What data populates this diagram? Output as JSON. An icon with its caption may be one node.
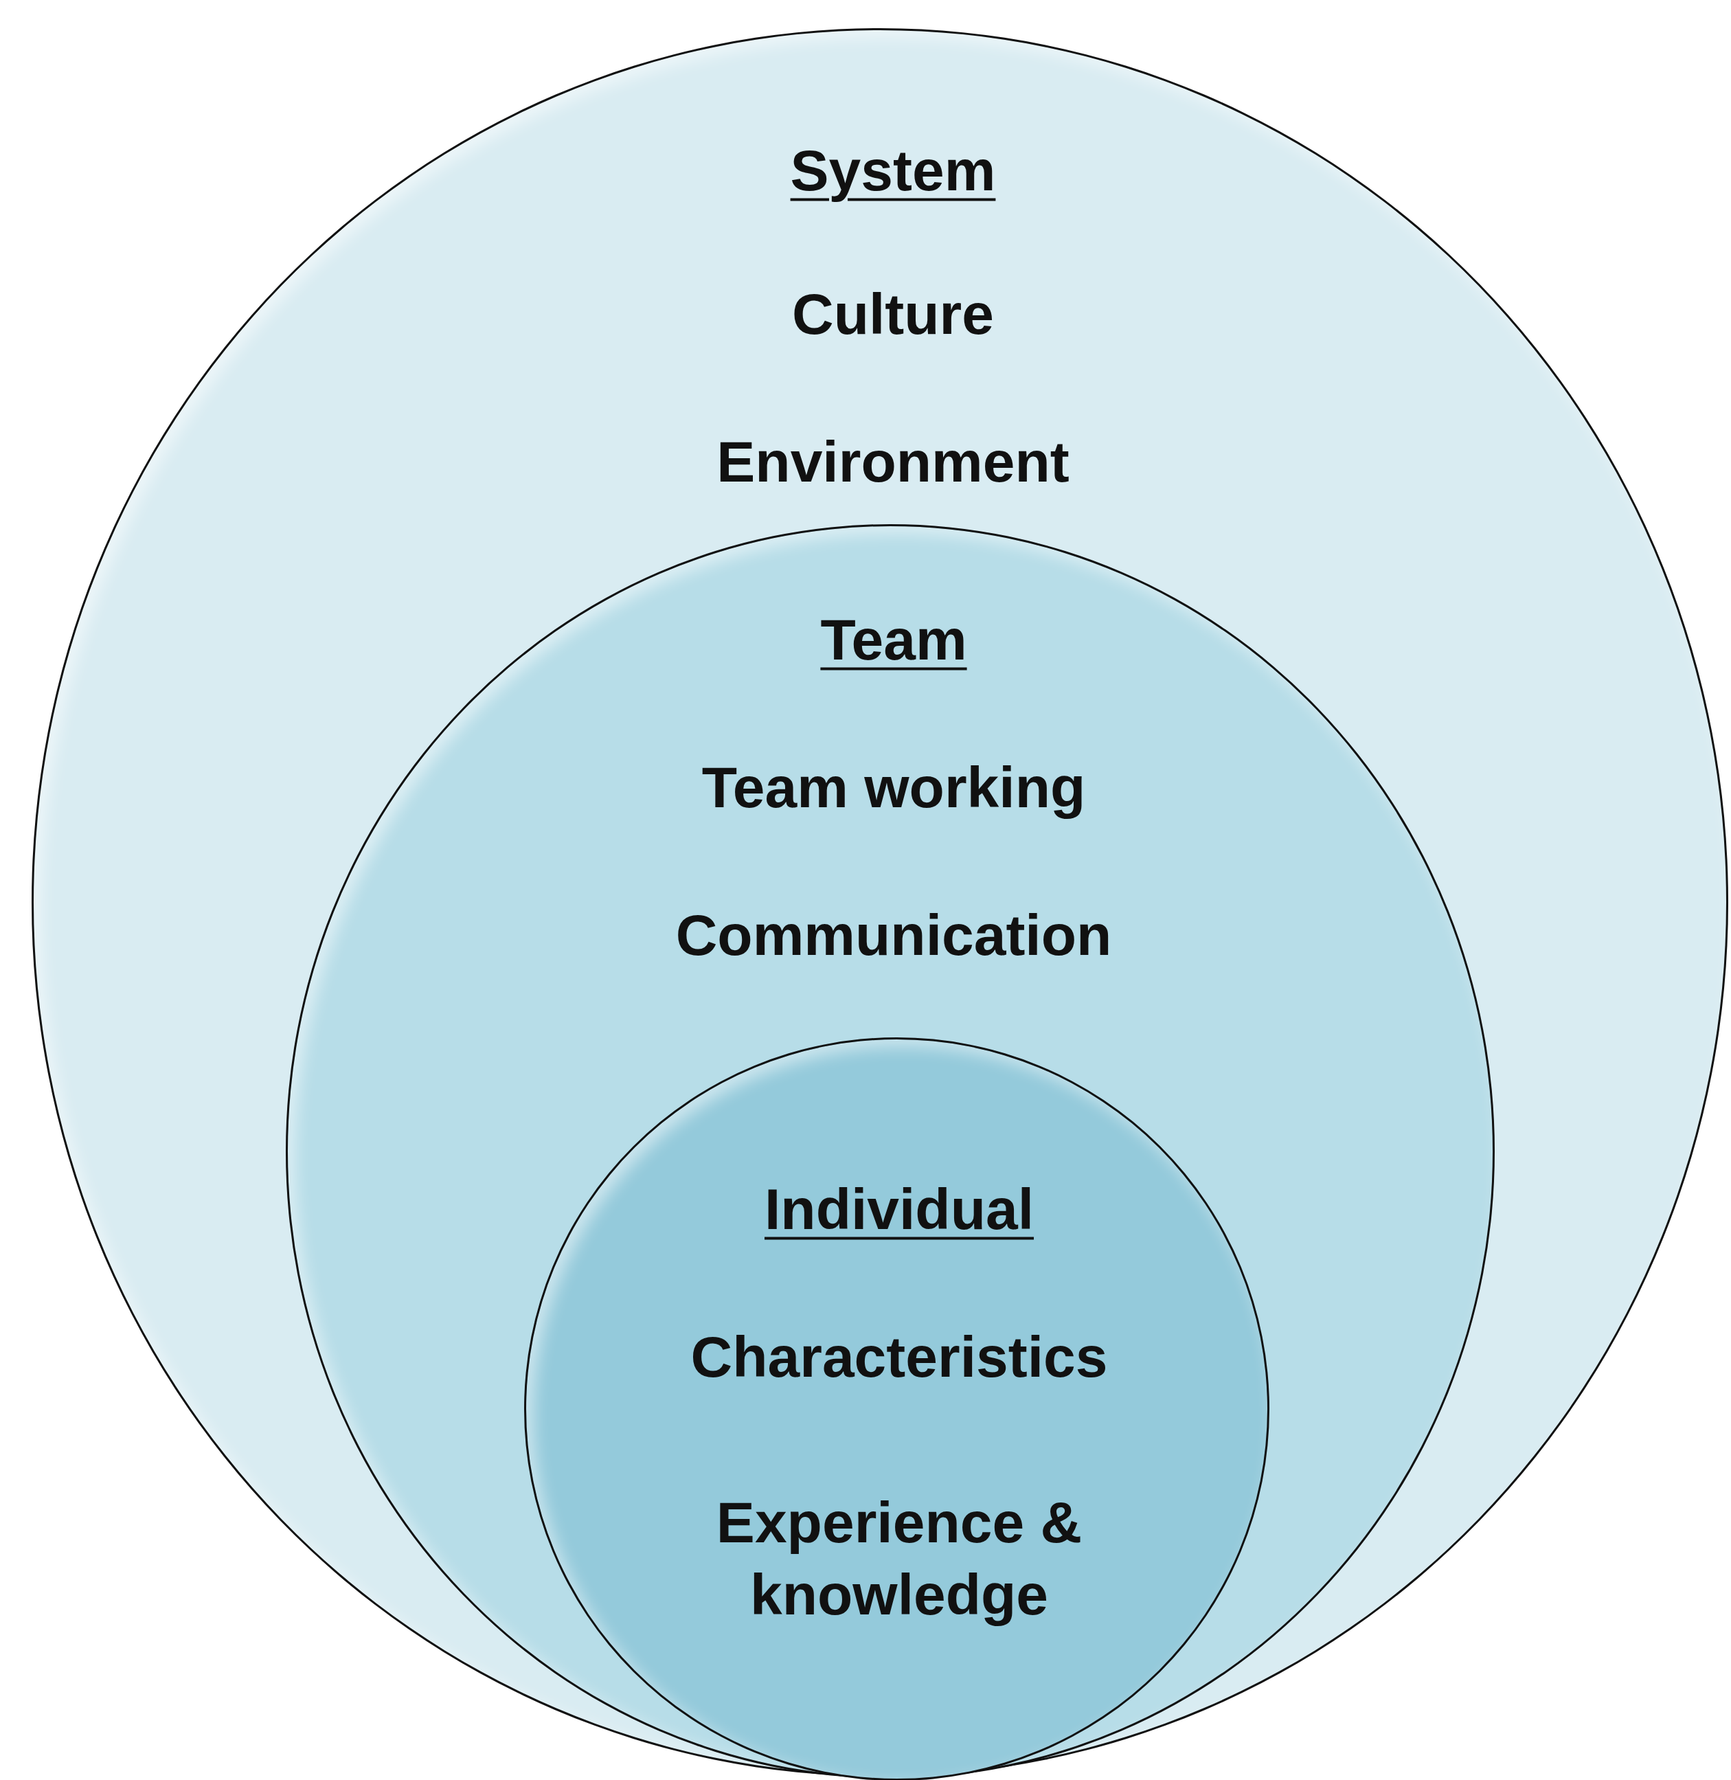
{
  "diagram": {
    "nodes": [
      {
        "text": [
          "System",
          "Culture",
          "Environment"
        ]
      },
      {
        "text": [
          "Team",
          "Team working",
          "Communication"
        ],
        "in": 0
      },
      {
        "text": [
          "Individual",
          "Characteristics",
          "Experience & knowledge"
        ],
        "in": 1
      }
    ]
  }
}
